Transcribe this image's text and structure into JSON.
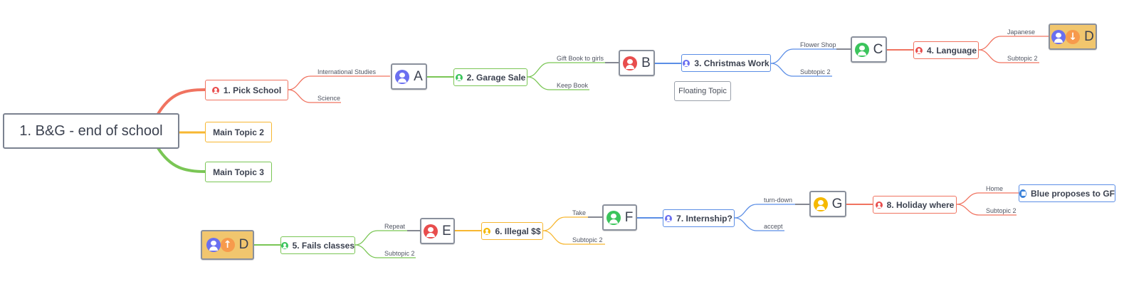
{
  "colors": {
    "red": "#f07360",
    "orange": "#f7b731",
    "green": "#7ac655",
    "blue": "#5b8ee6",
    "icon_red": "#e84d4d",
    "icon_green": "#3bc45c",
    "icon_blue": "#6a6ff0",
    "icon_gold": "#f5b800",
    "icon_orange": "#f79a4c",
    "gold_fill": "#f1c66e"
  },
  "central": {
    "label": "1. B&G - end of school"
  },
  "main_topics": {
    "pick_school": "1. Pick School",
    "main2": "Main Topic 2",
    "main3": "Main Topic 3"
  },
  "branch_labels": {
    "intl": "International Studies",
    "science": "Science",
    "gift": "Gift Book to girls",
    "keep": "Keep Book",
    "flower": "Flower Shop",
    "sub2_c": "Subtopic 2",
    "japanese": "Japanese",
    "sub2_d": "Subtopic 2",
    "repeat": "Repeat",
    "sub2_e": "Subtopic 2",
    "take": "Take",
    "sub2_f": "Subtopic 2",
    "turndown": "turn-down",
    "accept": "accept",
    "home": "Home",
    "sub2_h": "Subtopic 2"
  },
  "topics": {
    "garage": "2. Garage Sale",
    "christmas": "3. Christmas Work",
    "language": "4. Language",
    "fails": "5. Fails classes",
    "illegal": "6. Illegal $$",
    "intern": "7. Internship?",
    "holiday": "8. Holiday where",
    "blue": "Blue proposes to GF",
    "floating": "Floating Topic"
  },
  "letters": {
    "a": "A",
    "b": "B",
    "c": "C",
    "d_top": "D",
    "d_bot": "D",
    "e": "E",
    "f": "F",
    "g": "G"
  },
  "icons": {
    "person": "person-icon",
    "arrow_down": "arrow-down-icon",
    "arrow_up": "arrow-up-icon",
    "down_glyph": "↓",
    "up_glyph": "↑"
  }
}
